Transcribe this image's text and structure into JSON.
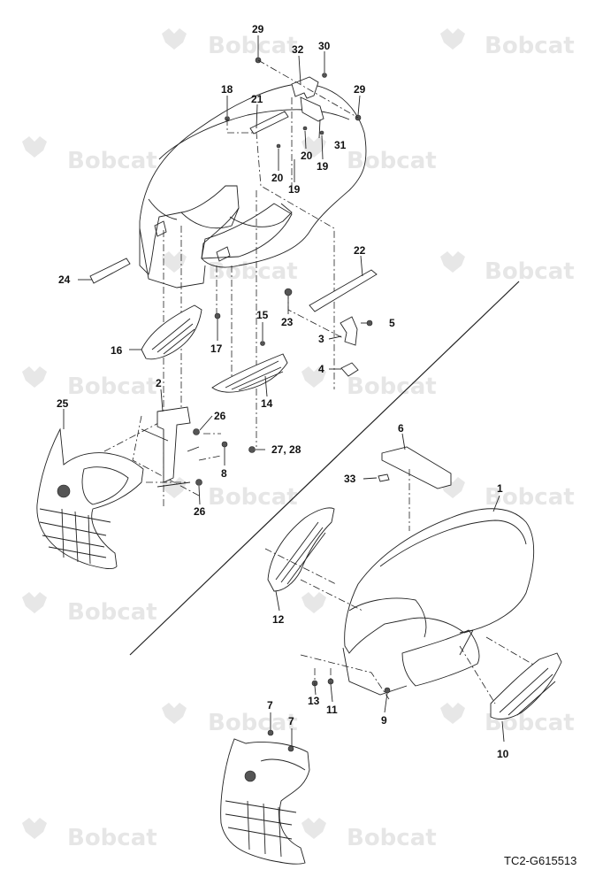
{
  "watermark": {
    "brand": "Bobcat",
    "registered": "®"
  },
  "reference_code": "TC2-G615513",
  "callouts": [
    {
      "id": "c1",
      "text": "1"
    },
    {
      "id": "c2",
      "text": "2"
    },
    {
      "id": "c3",
      "text": "3"
    },
    {
      "id": "c4",
      "text": "4"
    },
    {
      "id": "c5",
      "text": "5"
    },
    {
      "id": "c6",
      "text": "6"
    },
    {
      "id": "c7a",
      "text": "7"
    },
    {
      "id": "c7b",
      "text": "7"
    },
    {
      "id": "c8",
      "text": "8"
    },
    {
      "id": "c9",
      "text": "9"
    },
    {
      "id": "c10",
      "text": "10"
    },
    {
      "id": "c11",
      "text": "11"
    },
    {
      "id": "c12",
      "text": "12"
    },
    {
      "id": "c13",
      "text": "13"
    },
    {
      "id": "c14",
      "text": "14"
    },
    {
      "id": "c15",
      "text": "15"
    },
    {
      "id": "c16",
      "text": "16"
    },
    {
      "id": "c17",
      "text": "17"
    },
    {
      "id": "c18",
      "text": "18"
    },
    {
      "id": "c19a",
      "text": "19"
    },
    {
      "id": "c19b",
      "text": "19"
    },
    {
      "id": "c20a",
      "text": "20"
    },
    {
      "id": "c20b",
      "text": "20"
    },
    {
      "id": "c21",
      "text": "21"
    },
    {
      "id": "c22",
      "text": "22"
    },
    {
      "id": "c23",
      "text": "23"
    },
    {
      "id": "c24",
      "text": "24"
    },
    {
      "id": "c25",
      "text": "25"
    },
    {
      "id": "c26a",
      "text": "26"
    },
    {
      "id": "c26b",
      "text": "26"
    },
    {
      "id": "c2728",
      "text": "27, 28"
    },
    {
      "id": "c29a",
      "text": "29"
    },
    {
      "id": "c29b",
      "text": "29"
    },
    {
      "id": "c30",
      "text": "30"
    },
    {
      "id": "c31",
      "text": "31"
    },
    {
      "id": "c32",
      "text": "32"
    },
    {
      "id": "c33",
      "text": "33"
    }
  ]
}
